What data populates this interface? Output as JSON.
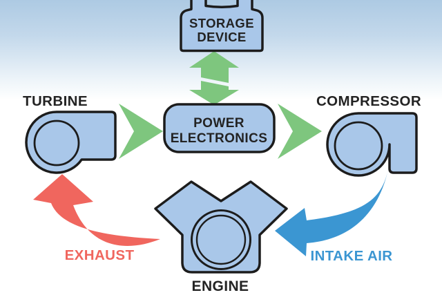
{
  "diagram": {
    "nodes": {
      "storage_device": {
        "line1": "STORAGE",
        "line2": "DEVICE"
      },
      "power_electronics": {
        "line1": "POWER",
        "line2": "ELECTRONICS"
      },
      "turbine": {
        "label": "TURBINE"
      },
      "compressor": {
        "label": "COMPRESSOR"
      },
      "engine": {
        "label": "ENGINE"
      }
    },
    "flows": {
      "exhaust": {
        "label": "EXHAUST"
      },
      "intake_air": {
        "label": "INTAKE AIR"
      }
    },
    "colors": {
      "node_fill": "#a9c7e9",
      "outline": "#1c1c1c",
      "label_text": "#232323",
      "power_flow_green": "#7ec67e",
      "exhaust_red": "#f0665e",
      "intake_blue": "#3b96d2",
      "background_top": "#adcae3",
      "background_bottom": "#ffffff"
    }
  }
}
